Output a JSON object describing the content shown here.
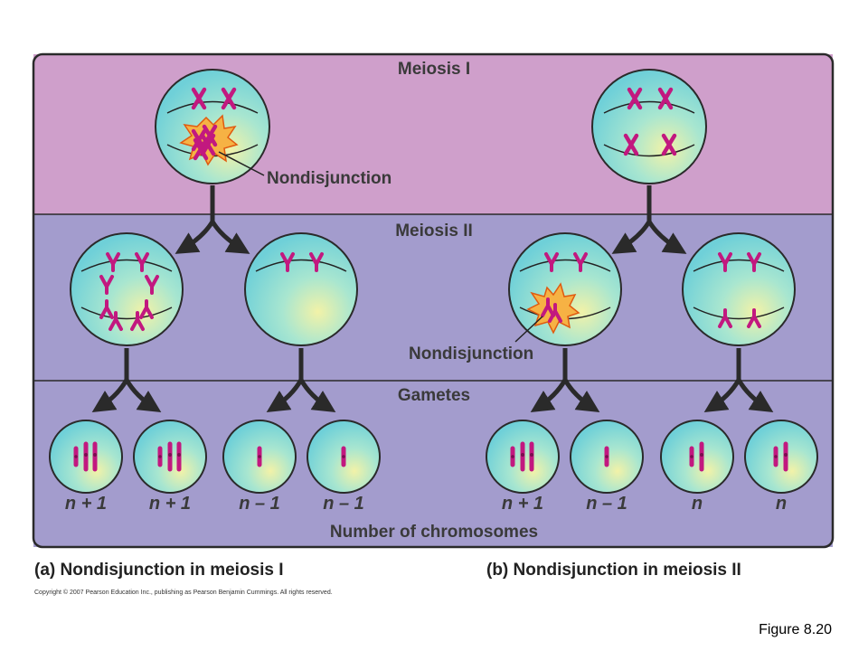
{
  "sections": {
    "meiosis1": "Meiosis I",
    "meiosis2": "Meiosis II",
    "gametes": "Gametes"
  },
  "nondisjunction_label": "Nondisjunction",
  "gamete_labels": {
    "a1": "n + 1",
    "a2": "n + 1",
    "a3": "n – 1",
    "a4": "n – 1",
    "b1": "n + 1",
    "b2": "n – 1",
    "b3": "n",
    "b4": "n"
  },
  "axis_caption": "Number of chromosomes",
  "captions": {
    "a": "(a) Nondisjunction in meiosis I",
    "b": "(b) Nondisjunction in meiosis II"
  },
  "copyright": "Copyright © 2007 Pearson Education Inc., publishing as Pearson Benjamin Cummings. All rights reserved.",
  "figure_label": "Figure 8.20",
  "colors": {
    "band_meiosis1": "#cf9fcb",
    "band_meiosis2": "#a39ccd",
    "chromosome": "#c2187f",
    "cell": "#7fdcdc",
    "burst": "#f6b244",
    "arrow": "#2a2a2a"
  }
}
